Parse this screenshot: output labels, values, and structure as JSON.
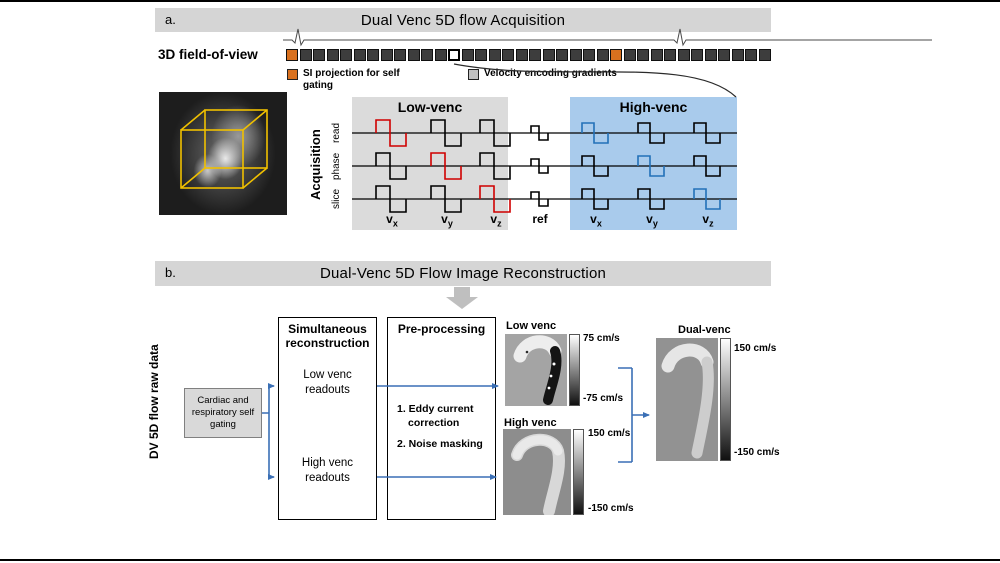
{
  "panel_a": {
    "label": "a.",
    "title": "Dual Venc 5D flow Acquisition",
    "fov_label": "3D field-of-view",
    "legend": {
      "si": "SI projection for self gating",
      "venc": "Velocity encoding gradients"
    },
    "readout_squares": {
      "count": 36,
      "si_indices": [
        0,
        24
      ],
      "highlight_index": 12
    },
    "acquisition_label": "Acquisition",
    "axis_labels": [
      "read",
      "phase",
      "slice"
    ],
    "low_venc": {
      "title": "Low-venc",
      "encodings": [
        "vx",
        "vy",
        "vz"
      ]
    },
    "high_venc": {
      "title": "High-venc",
      "encodings": [
        "vx",
        "vy",
        "vz"
      ]
    },
    "ref_label": "ref"
  },
  "panel_b": {
    "label": "b.",
    "title": "Dual-Venc 5D Flow Image Reconstruction",
    "raw_data_label": "DV 5D flow raw data",
    "gating_box": "Cardiac and respiratory self gating",
    "recon_box": {
      "title": "Simultaneous reconstruction",
      "items": [
        "Low venc readouts",
        "High venc readouts"
      ]
    },
    "preproc_box": {
      "title": "Pre-processing",
      "steps": [
        "1. Eddy current correction",
        "2. Noise masking"
      ]
    },
    "images": [
      {
        "label": "Low venc",
        "scale_max": "75 cm/s",
        "scale_min": "-75 cm/s"
      },
      {
        "label": "High venc",
        "scale_max": "150 cm/s",
        "scale_min": "-150 cm/s"
      },
      {
        "label": "Dual-venc",
        "scale_max": "150 cm/s",
        "scale_min": "-150 cm/s"
      }
    ]
  },
  "colors": {
    "header_bg": "#d5d5d5",
    "si_orange": "#d9711f",
    "readout_fill": "#3d3d3d",
    "velocity_swatch": "#c2c2c2",
    "low_bg": "#dbdbdb",
    "high_bg": "#a9cbec",
    "accent_low": "#d00000",
    "accent_high": "#2271b8",
    "arrow": "#3a6fb5",
    "big_arrow": "#bfbfbf",
    "gating_bg": "#d9d9d9"
  }
}
